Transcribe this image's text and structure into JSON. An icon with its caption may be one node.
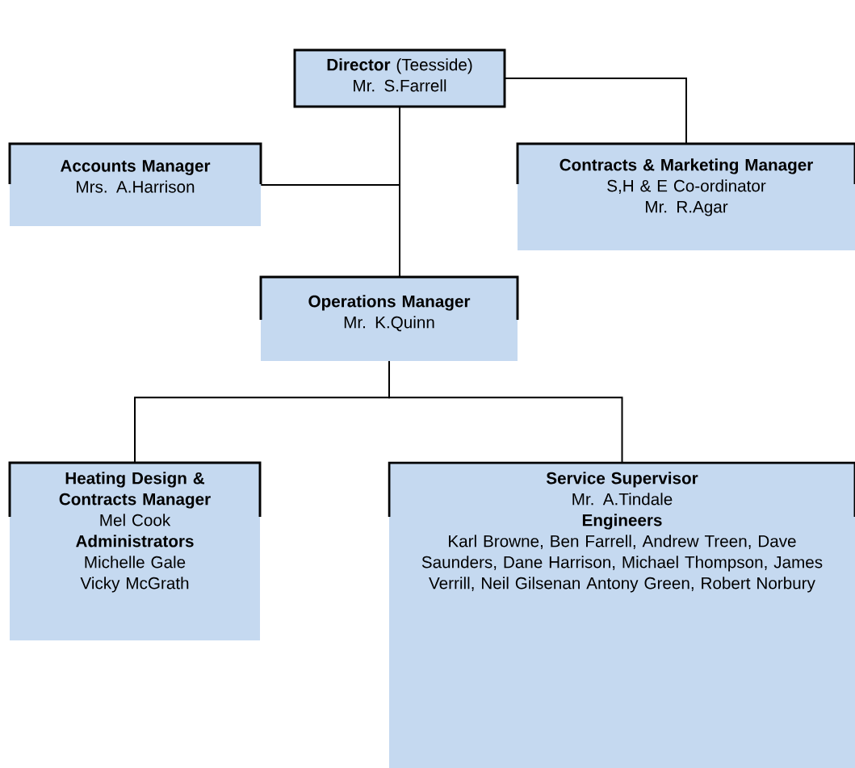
{
  "diagram": {
    "nodes": [
      {
        "text": [
          "**Director** (Teesside)",
          "Mr. S.Farrell"
        ]
      },
      {
        "text": [
          "Accounts Manager",
          "Mrs. A.Harrison"
        ]
      },
      {
        "text": [
          "Contracts & Marketing Manager",
          "S,H & E Co-ordinator",
          "Mr. R.Agar"
        ]
      },
      {
        "text": [
          "Operations Manager",
          "Mr. K.Quinn"
        ]
      },
      {
        "text": [
          "Heating Design & Contracts Manager",
          "Mel Cook",
          "Administrators",
          "Michelle Gale",
          "Vicky McGrath"
        ]
      },
      {
        "text": [
          "Service Supervisor",
          "Mr. A.Tindale",
          "Engineers",
          "Karl Browne, Ben Farrell,  Andrew Treen, Dave Saunders,  Dane Harrison,  Michael Thompson, James Verrill, Neil Gilsenan Antony Green, Robert Norbury"
        ]
      }
    ],
    "edges": [
      {
        "from": 0,
        "to": 1,
        "arrow": "none"
      },
      {
        "from": 0,
        "to": 2,
        "arrow": "none"
      },
      {
        "from": 0,
        "to": 3,
        "arrow": "none"
      },
      {
        "from": 3,
        "to": 4,
        "arrow": "none"
      },
      {
        "from": 3,
        "to": 5,
        "arrow": "none"
      }
    ]
  }
}
